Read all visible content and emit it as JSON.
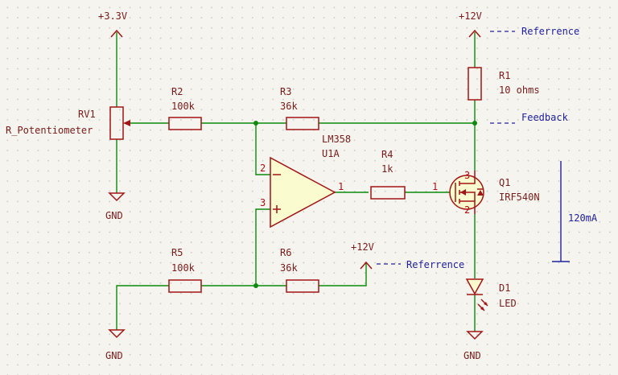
{
  "power": {
    "v33": "+3.3V",
    "v12_top": "+12V",
    "v12_mid": "+12V",
    "gnd_rv1": "GND",
    "gnd_r5": "GND",
    "gnd_d1": "GND"
  },
  "components": {
    "rv1": {
      "ref": "RV1",
      "value": "R_Potentiometer"
    },
    "r1": {
      "ref": "R1",
      "value": "10 ohms"
    },
    "r2": {
      "ref": "R2",
      "value": "100k"
    },
    "r3": {
      "ref": "R3",
      "value": "36k"
    },
    "r4": {
      "ref": "R4",
      "value": "1k"
    },
    "r5": {
      "ref": "R5",
      "value": "100k"
    },
    "r6": {
      "ref": "R6",
      "value": "36k"
    },
    "u1": {
      "value": "LM358",
      "ref": "U1A",
      "pin_minus": "2",
      "pin_plus": "3",
      "pin_out": "1"
    },
    "q1": {
      "ref": "Q1",
      "value": "IRF540N",
      "pin_gate": "1",
      "pin_drain": "3",
      "pin_source": "2"
    },
    "d1": {
      "ref": "D1",
      "value": "LED"
    },
    "r4_pin": "1"
  },
  "notes": {
    "ref_top": "Referrence",
    "feedback": "Feedback",
    "ref_mid": "Referrence",
    "current": "120mA"
  },
  "colors": {
    "wire": "#0b8a0b",
    "component": "#a31414",
    "annotation": "#2020a0",
    "background": "#f5f4ef"
  }
}
